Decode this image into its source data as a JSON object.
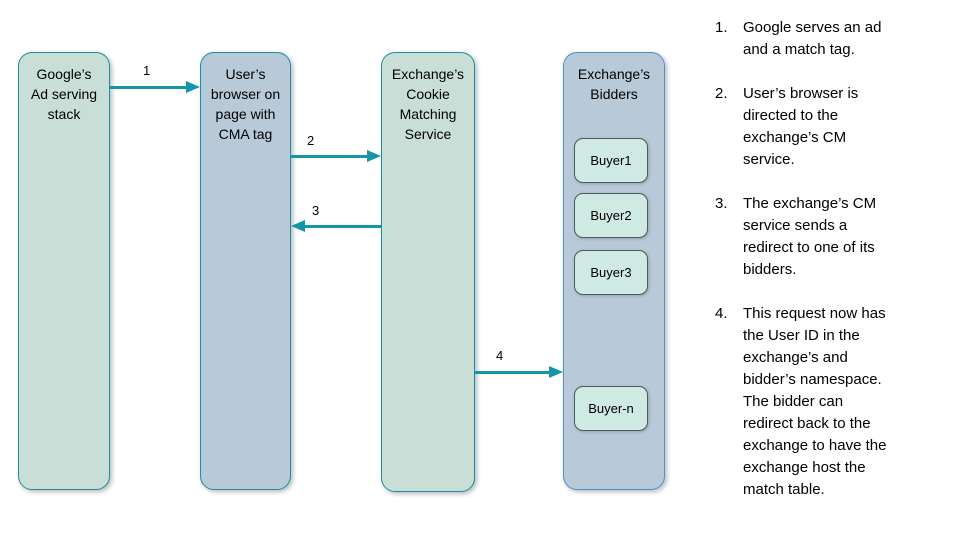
{
  "diagram": {
    "nodes": {
      "google": {
        "label": "Google’s\nAd serving\nstack"
      },
      "browser": {
        "label": "User’s\nbrowser on\npage with\nCMA tag"
      },
      "cm": {
        "label": "Exchange’s\nCookie\nMatching\nService"
      },
      "bidders": {
        "label": "Exchange’s\nBidders",
        "buyers": [
          "Buyer1",
          "Buyer2",
          "Buyer3",
          "Buyer-n"
        ]
      }
    },
    "arrows": [
      {
        "label": "1",
        "from": "google",
        "to": "browser"
      },
      {
        "label": "2",
        "from": "browser",
        "to": "cm"
      },
      {
        "label": "3",
        "from": "cm",
        "to": "browser"
      },
      {
        "label": "4",
        "from": "cm",
        "to": "bidders"
      }
    ],
    "colors": {
      "green_fill": "#c8ded6",
      "blue_fill": "#b8c9d8",
      "teal_border": "#1a8fa4",
      "arrow_teal": "#1694aa",
      "bidders_border": "#4e8fd0",
      "buyer_fill": "#cfe9e3",
      "buyer_border": "#4f5a5f"
    }
  },
  "steps": [
    {
      "num": "1.",
      "text": "Google serves an ad\nand a match tag."
    },
    {
      "num": "2.",
      "text": "User’s browser is\ndirected to the\nexchange’s CM\nservice."
    },
    {
      "num": "3.",
      "text": "The exchange’s CM\nservice sends a\nredirect to one of its\nbidders."
    },
    {
      "num": "4.",
      "text": "This request now has\nthe User ID in the\nexchange’s and\nbidder’s namespace.\nThe bidder can\nredirect back to the\nexchange to have the\nexchange host the\nmatch table."
    }
  ]
}
